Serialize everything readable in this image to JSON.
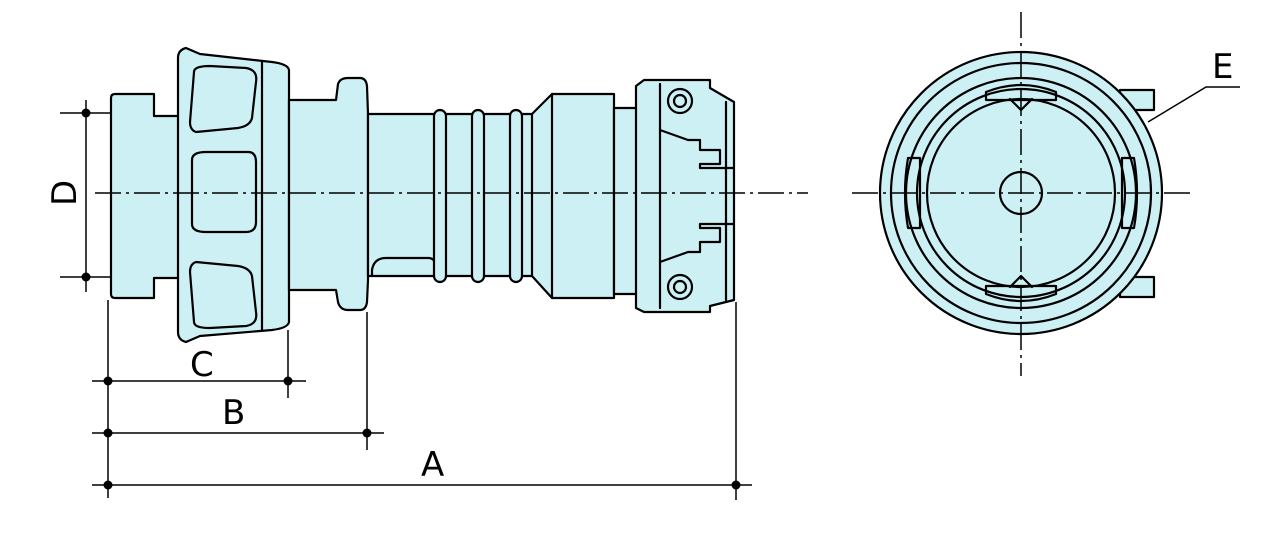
{
  "labels": {
    "a": "A",
    "b": "B",
    "c": "C",
    "d": "D",
    "e": "E"
  },
  "colors": {
    "part_fill": "#cdf0f5",
    "outline": "#000000",
    "background": "#ffffff"
  }
}
